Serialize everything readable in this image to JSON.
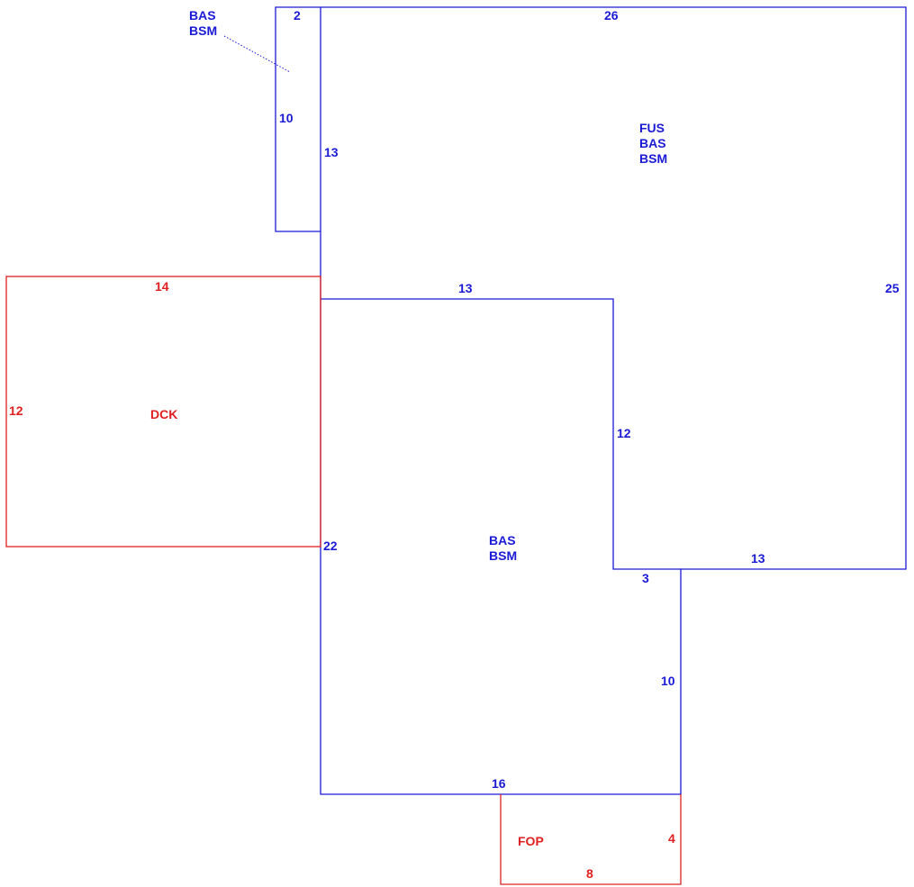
{
  "colors": {
    "main": "#1a1ad6",
    "exterior": "#e02020",
    "background": "#ffffff"
  },
  "areas": {
    "bump_out": {
      "line1": "BAS",
      "line2": "BSM"
    },
    "main_upper": {
      "line1": "FUS",
      "line2": "BAS",
      "line3": "BSM"
    },
    "main_lower": {
      "line1": "BAS",
      "line2": "BSM"
    },
    "deck": {
      "label": "DCK"
    },
    "porch": {
      "label": "FOP"
    }
  },
  "dimensions": {
    "bump_top": "2",
    "bump_left": "10",
    "top": "26",
    "upper_left": "13",
    "right": "25",
    "inner_top": "13",
    "inner_vertical": "12",
    "inner_bottom": "13",
    "step": "3",
    "lower_right": "10",
    "bottom": "16",
    "lower_left": "22",
    "deck_top": "14",
    "deck_left": "12",
    "porch_right": "4",
    "porch_bottom": "8"
  }
}
